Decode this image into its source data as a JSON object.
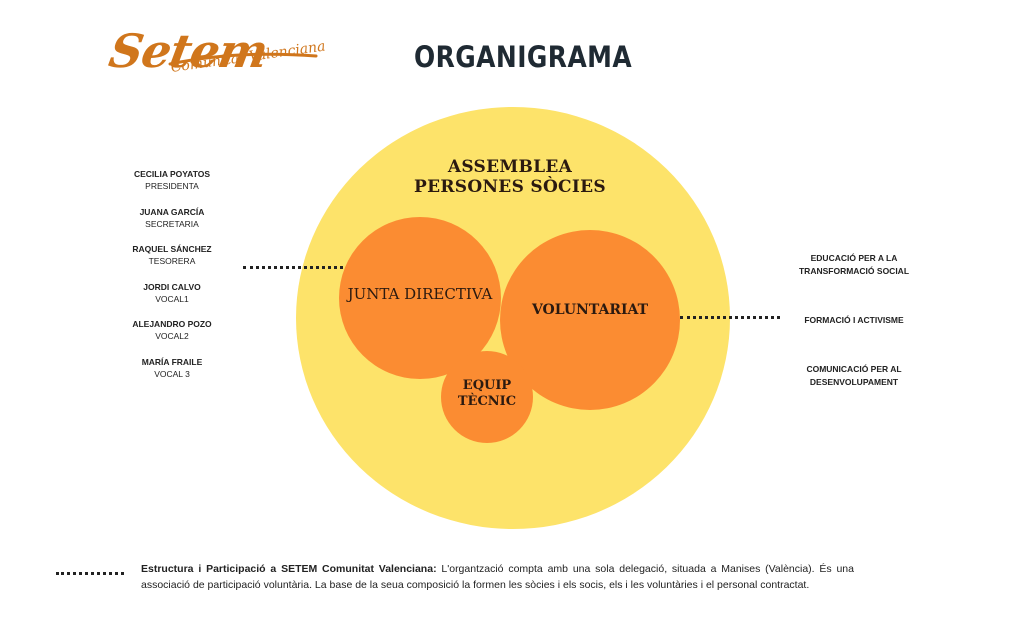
{
  "logo": {
    "name": "Setem",
    "subtitle": "Comunitat Valenciana"
  },
  "title": "ORGANIGRAMA",
  "assembly": {
    "line1": "ASSEMBLEA",
    "line2": "PERSONES SÒCIES"
  },
  "junta": "JUNTA DIRECTIVA",
  "voluntariat": "VOLUNTARIAT",
  "equip": {
    "line1": "EQUIP",
    "line2": "TÈCNIC"
  },
  "members": [
    {
      "name": "CECILIA POYATOS",
      "role": "PRESIDENTA"
    },
    {
      "name": "JUANA GARCÍA",
      "role": "SECRETARIA"
    },
    {
      "name": "RAQUEL SÁNCHEZ",
      "role": "TESORERA"
    },
    {
      "name": "JORDI CALVO",
      "role": "VOCAL1"
    },
    {
      "name": "ALEJANDRO POZO",
      "role": "VOCAL2"
    },
    {
      "name": "MARÍA FRAILE",
      "role": "VOCAL 3"
    }
  ],
  "areas": [
    {
      "line1": "EDUCACIÓ PER A LA",
      "line2": "TRANSFORMACIÓ SOCIAL"
    },
    {
      "line1": "FORMACIÓ I ACTIVISME",
      "line2": ""
    },
    {
      "line1": "COMUNICACIÓ PER AL",
      "line2": "DESENVOLUPAMENT"
    }
  ],
  "footer": {
    "lead": "Estructura i Participació a SETEM Comunitat Valenciana:",
    "text": " L'organtzació compta amb una sola delegació, situada a Manises (València). És una associació de participació voluntària. La base de la seua composició la formen les sòcies i els socis, els i les voluntàries i el personal contractat."
  },
  "colors": {
    "brand": "#d0761c",
    "assembly": "#fde36a",
    "orange": "#fb8c32"
  }
}
